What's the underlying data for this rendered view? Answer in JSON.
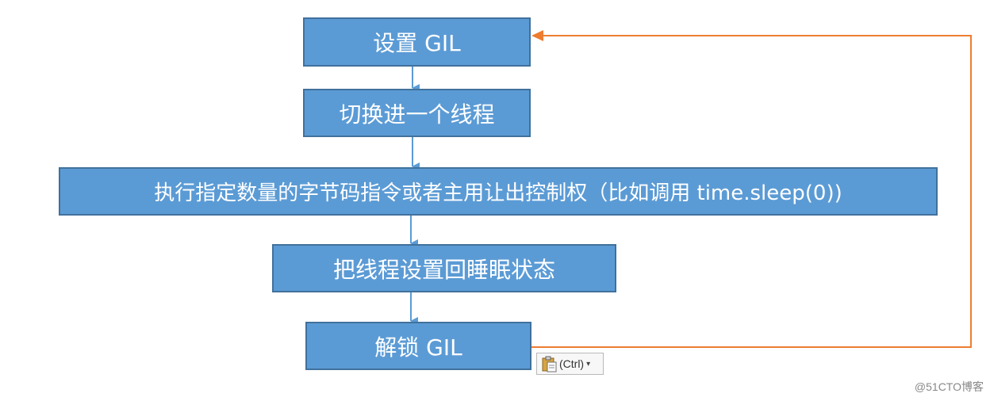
{
  "steps": [
    {
      "label": "设置 GIL"
    },
    {
      "label": "切换进一个线程"
    },
    {
      "label": "执行指定数量的字节码指令或者主用让出控制权（比如调用 time.sleep(0))"
    },
    {
      "label": "把线程设置回睡眠状态"
    },
    {
      "label": "解锁 GIL"
    }
  ],
  "paste_options": {
    "label": "(Ctrl)",
    "icon": "clipboard-icon",
    "caret": "▾"
  },
  "watermark": "@51CTO博客",
  "colors": {
    "box": "#5b9bd5",
    "box_border": "#41719c",
    "arrow": "#5b9bd5",
    "loop": "#ed7d31"
  }
}
